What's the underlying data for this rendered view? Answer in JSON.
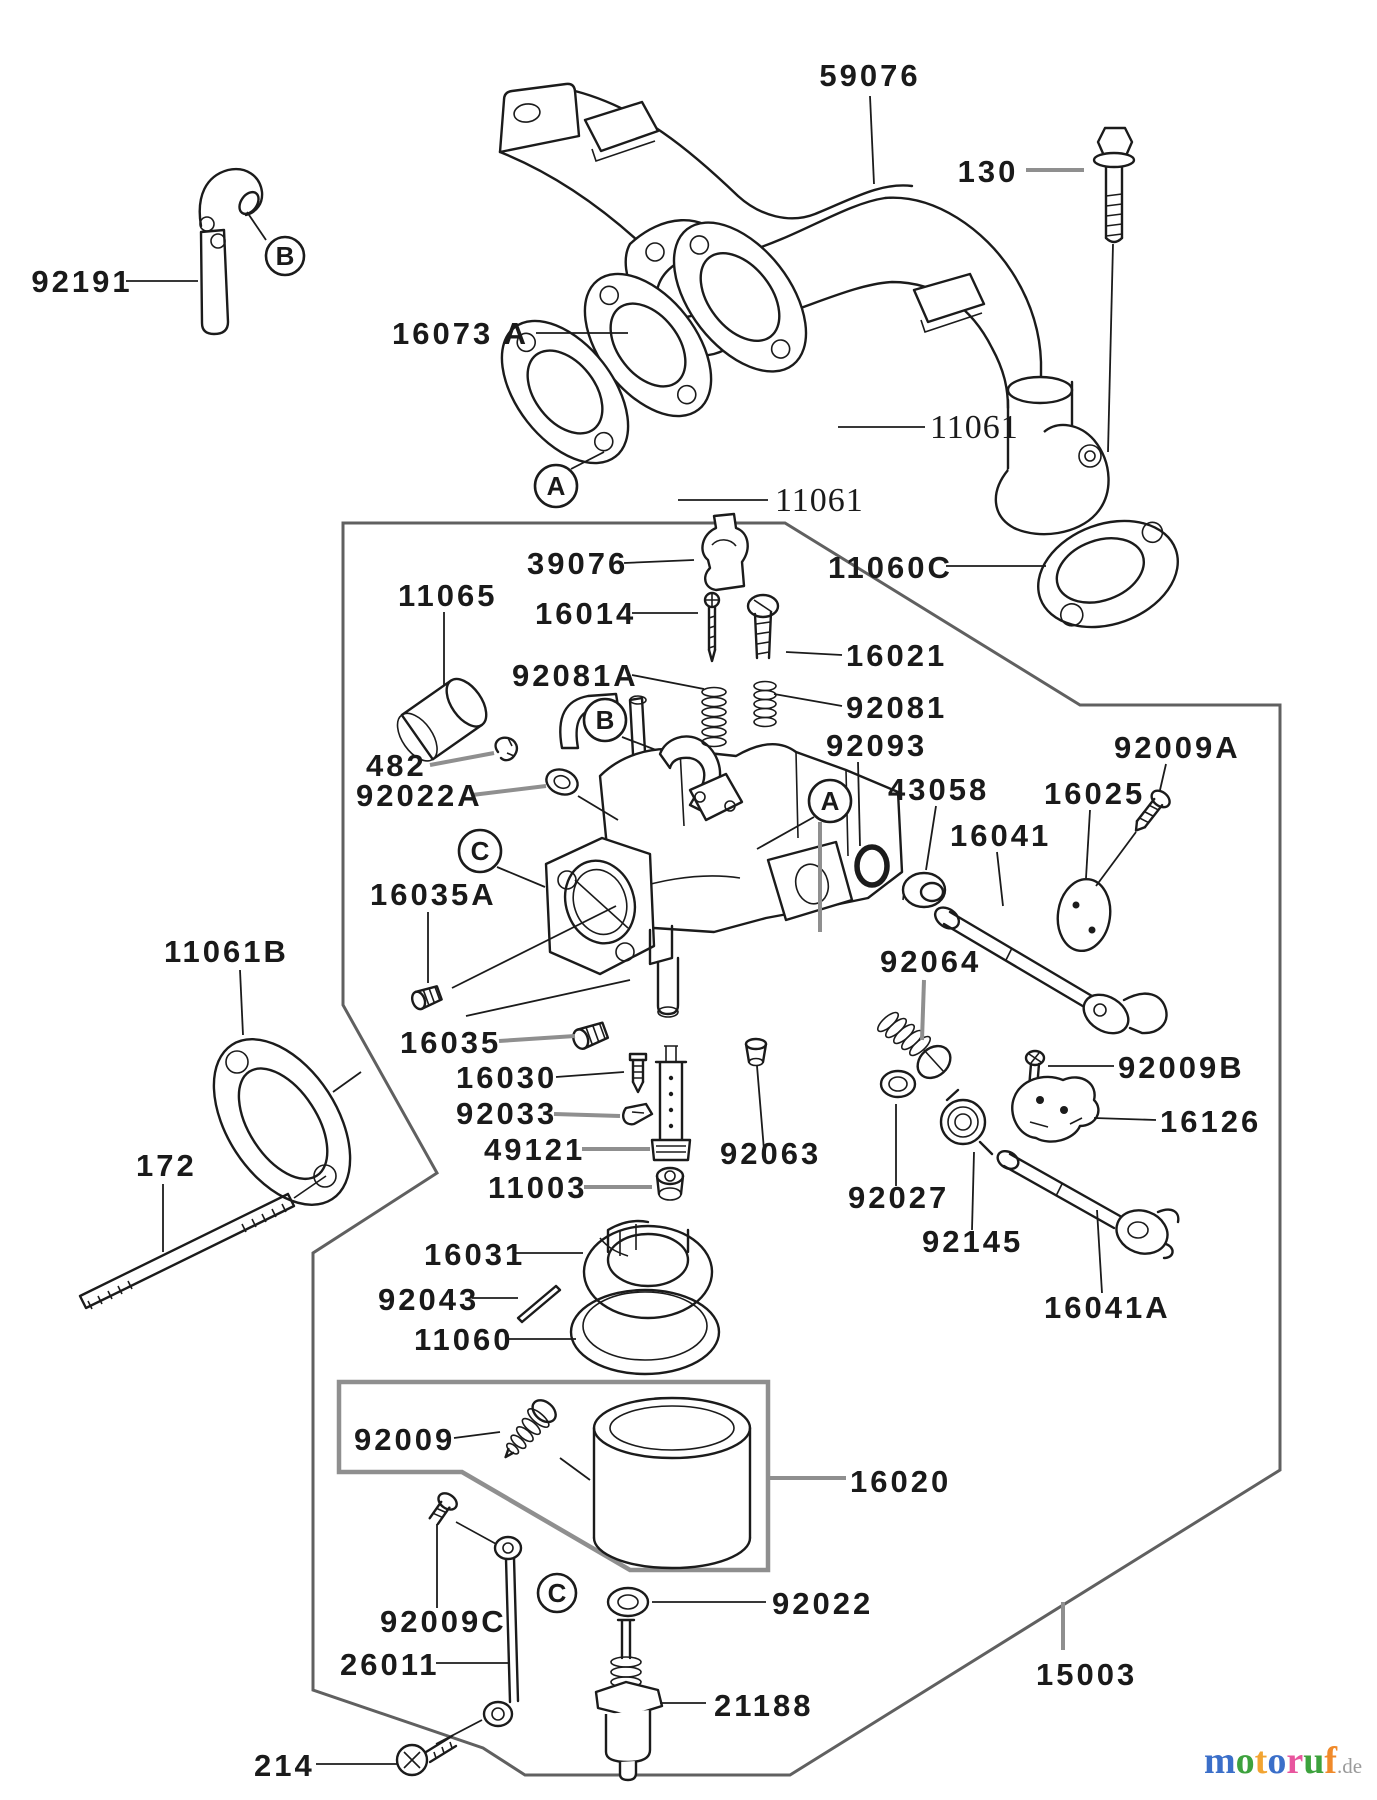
{
  "labels": [
    {
      "id": "59076",
      "text": "59076"
    },
    {
      "id": "130",
      "text": "130"
    },
    {
      "id": "92191",
      "text": "92191"
    },
    {
      "id": "16073A",
      "text": "16073 A"
    },
    {
      "id": "11061-upper",
      "text": "11061"
    },
    {
      "id": "11061-lower",
      "text": "11061"
    },
    {
      "id": "11060C",
      "text": "11060C"
    },
    {
      "id": "39076",
      "text": "39076"
    },
    {
      "id": "16014",
      "text": "16014"
    },
    {
      "id": "11065",
      "text": "11065"
    },
    {
      "id": "92081A",
      "text": "92081A"
    },
    {
      "id": "16021",
      "text": "16021"
    },
    {
      "id": "92081",
      "text": "92081"
    },
    {
      "id": "92093",
      "text": "92093"
    },
    {
      "id": "43058",
      "text": "43058"
    },
    {
      "id": "16041",
      "text": "16041"
    },
    {
      "id": "16025",
      "text": "16025"
    },
    {
      "id": "92009A",
      "text": "92009A"
    },
    {
      "id": "482",
      "text": "482"
    },
    {
      "id": "92022A",
      "text": "92022A"
    },
    {
      "id": "16035A",
      "text": "16035A"
    },
    {
      "id": "11061B",
      "text": "11061B"
    },
    {
      "id": "16035",
      "text": "16035"
    },
    {
      "id": "16030",
      "text": "16030"
    },
    {
      "id": "92033",
      "text": "92033"
    },
    {
      "id": "49121",
      "text": "49121"
    },
    {
      "id": "92063",
      "text": "92063"
    },
    {
      "id": "11003",
      "text": "11003"
    },
    {
      "id": "172",
      "text": "172"
    },
    {
      "id": "92064",
      "text": "92064"
    },
    {
      "id": "92027",
      "text": "92027"
    },
    {
      "id": "92145",
      "text": "92145"
    },
    {
      "id": "92009B",
      "text": "92009B"
    },
    {
      "id": "16126",
      "text": "16126"
    },
    {
      "id": "16041A",
      "text": "16041A"
    },
    {
      "id": "16031",
      "text": "16031"
    },
    {
      "id": "92043",
      "text": "92043"
    },
    {
      "id": "11060",
      "text": "11060"
    },
    {
      "id": "92009",
      "text": "92009"
    },
    {
      "id": "16020",
      "text": "16020"
    },
    {
      "id": "92009C",
      "text": "92009C"
    },
    {
      "id": "26011",
      "text": "26011"
    },
    {
      "id": "92022",
      "text": "92022"
    },
    {
      "id": "21188",
      "text": "21188"
    },
    {
      "id": "214",
      "text": "214"
    },
    {
      "id": "15003",
      "text": "15003"
    }
  ],
  "circles": [
    {
      "letter": "A"
    },
    {
      "letter": "B"
    },
    {
      "letter": "B"
    },
    {
      "letter": "A"
    },
    {
      "letter": "C"
    },
    {
      "letter": "C"
    }
  ],
  "watermark": {
    "letters": [
      {
        "ch": "m",
        "color": "#3b6fc9"
      },
      {
        "ch": "o",
        "color": "#3da23d"
      },
      {
        "ch": "t",
        "color": "#f2a431"
      },
      {
        "ch": "o",
        "color": "#3b6fc9"
      },
      {
        "ch": "r",
        "color": "#e8559e"
      },
      {
        "ch": "u",
        "color": "#3da23d"
      },
      {
        "ch": "f",
        "color": "#f08a2a"
      }
    ],
    "suffix": ".de",
    "suffix_color": "#9a9a9a"
  },
  "style": {
    "line_color": "#1b1b1b",
    "leader_gray": "#8f8f8f",
    "background": "#ffffff"
  }
}
